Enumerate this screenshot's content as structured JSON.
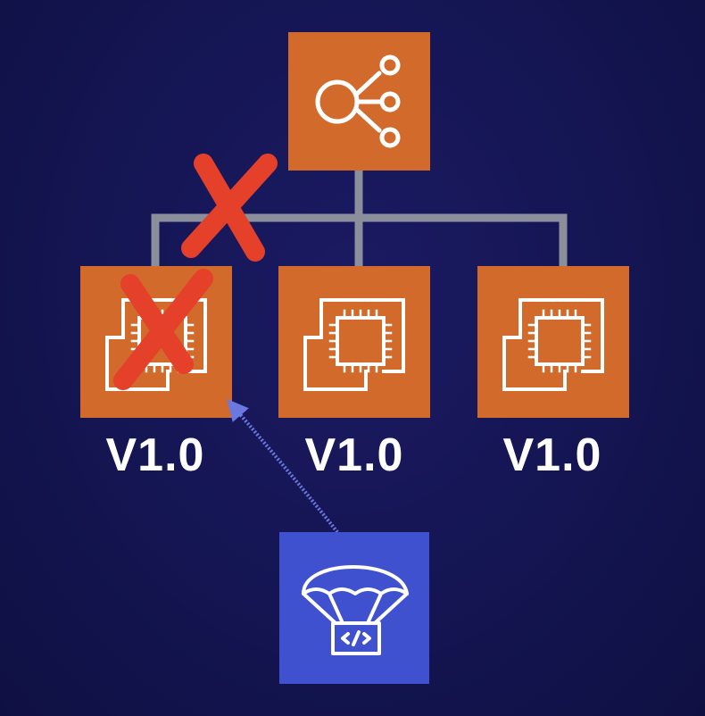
{
  "diagram": {
    "colors": {
      "background": "#141552",
      "instance_box": "#d26a2c",
      "load_balancer_box": "#d26a2c",
      "deploy_box": "#3f51cf",
      "connector": "#8a8f9b",
      "failure_mark": "#e4402a",
      "arrow": "#6a78e0",
      "icon_stroke": "#ffffff"
    },
    "load_balancer": {
      "icon": "load-balancer-icon"
    },
    "instances": [
      {
        "version": "V1.0",
        "icon": "ec2-instances-icon",
        "failed": true
      },
      {
        "version": "V1.0",
        "icon": "ec2-instances-icon",
        "failed": false
      },
      {
        "version": "V1.0",
        "icon": "ec2-instances-icon",
        "failed": false
      }
    ],
    "deployment": {
      "icon": "parachute-code-deploy-icon"
    }
  }
}
